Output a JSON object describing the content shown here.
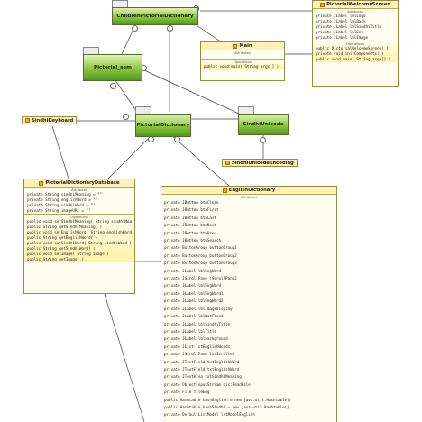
{
  "packages": {
    "children_pictorial_dictionary": "ChildrenPictorialDictionary",
    "pictorial_sem": "Pictorial_sem",
    "pictorial_dictionary": "PictorialDictionary",
    "sindhi_unicode": "SindhiUnicode"
  },
  "labels": {
    "sindhi_keyboard": "SindhiKeyboard",
    "sindhi_unicode_encoding": "SindhiUnicodeEncoding"
  },
  "main_class": {
    "name": "Main",
    "attributes_header": "Attributes",
    "operations_header": "Operations",
    "operations": [
      "public void main( String args[] )"
    ]
  },
  "welcome_class": {
    "name": "PictorialWelcomeScreen",
    "attributes_header": "Attributes",
    "attributes": [
      "private JLabel lblLogo",
      "private JLabel lblBack",
      "private JLabel lblSindhiTitle",
      "private JLabel lblEnt",
      "private JLabel lblImage"
    ],
    "operations_header": "Operations",
    "operations": [
      "public PictorialWelcomeScreen( )",
      "private void initComponents( )",
      "public void main( String args[] )"
    ]
  },
  "database_class": {
    "name": "PictorialDictionaryDatabase",
    "attributes_header": "Attributes",
    "attributes": [
      "private String sindhiMeaning = \"\"",
      "private String englishWord = \"\"",
      "private String sindhiWord = \"\"",
      "private String imageURL = \"\""
    ],
    "operations_header": "Operations",
    "operations": [
      "public void setSindhiMeaning( String sindhiMea",
      "public String getSindhiMeaning( )",
      "public void setEnglishWord( String englishWord )",
      "public String getEnglishWord( )",
      "public void setSindhiWord( String sindhiWord )",
      "public String getSindhiWord( )",
      "public void setImage( String image )",
      "public String getImage( )"
    ]
  },
  "english_class": {
    "name": "EnglishDictionary",
    "attributes_header": "Attributes",
    "attributes": [
      "private JButton btnClose",
      "private JButton btnFirst",
      "private JButton btnLast",
      "private JButton btnNext",
      "private JButton btnPrev",
      "private JButton btnSearch",
      "private ButtonGroup buttonGroup1",
      "private ButtonGroup buttonGroup2",
      "private ButtonGroup buttonGroup3",
      "private JLabel lblEngWord",
      "private JScrollPane jScrollPane2",
      "private JLabel lblEngWord",
      "private JLabel lblEngWord1",
      "private JLabel lblEngWord2",
      "private JLabel lblImageDisplay",
      "private JLabel lblNotFound",
      "private JLabel lblSindhiTitle",
      "private JLabel lblTitle",
      "private JLabel lblbackground",
      "private JList lstEnglishWords",
      "private JScrollPane lstScroller",
      "private JTextField txtEnglishWord",
      "private JTextField txtEnglishWord",
      "private JTextArea txtSindhiMeaning",
      "private ObjectInputStream ois:ReadFile",
      "private File fileEng",
      "public Hashtable hashEnglish = new java.util.Hashtable()",
      "public Hashtable hashSindhi = new java.util.Hashtable()",
      "private DefaultListModel lstModelEnglish"
    ]
  }
}
